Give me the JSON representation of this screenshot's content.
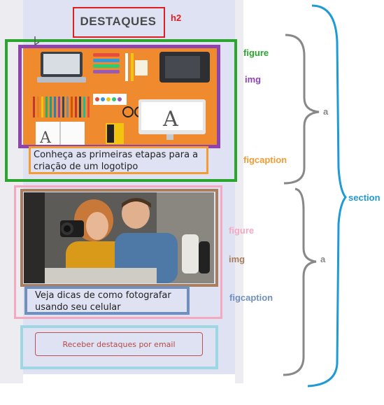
{
  "page": {
    "heading": "DESTAQUES",
    "button_label": "Receber destaques por email"
  },
  "items": [
    {
      "caption": "Conheça as primeiras etapas para a criação de um logotipo"
    },
    {
      "caption": "Veja dicas de como fotografar usando seu celular"
    }
  ],
  "annotations": {
    "h2": "h2",
    "figure1": "figure",
    "img1": "img",
    "figcaption1": "figcaption",
    "figure2": "figure",
    "img2": "img",
    "figcaption2": "figcaption",
    "a1": "a",
    "a2": "a",
    "section": "section"
  },
  "colors": {
    "h2": "#e02020",
    "figure1": "#2aa52e",
    "img1": "#8e44ad",
    "figcaption1": "#f39c34",
    "figure2": "#f4a9c1",
    "img2": "#a97e5e",
    "figcaption2": "#6f8fbf",
    "button_box": "#9fd6e4",
    "brace_a": "#888888",
    "section": "#1e9ad6"
  }
}
